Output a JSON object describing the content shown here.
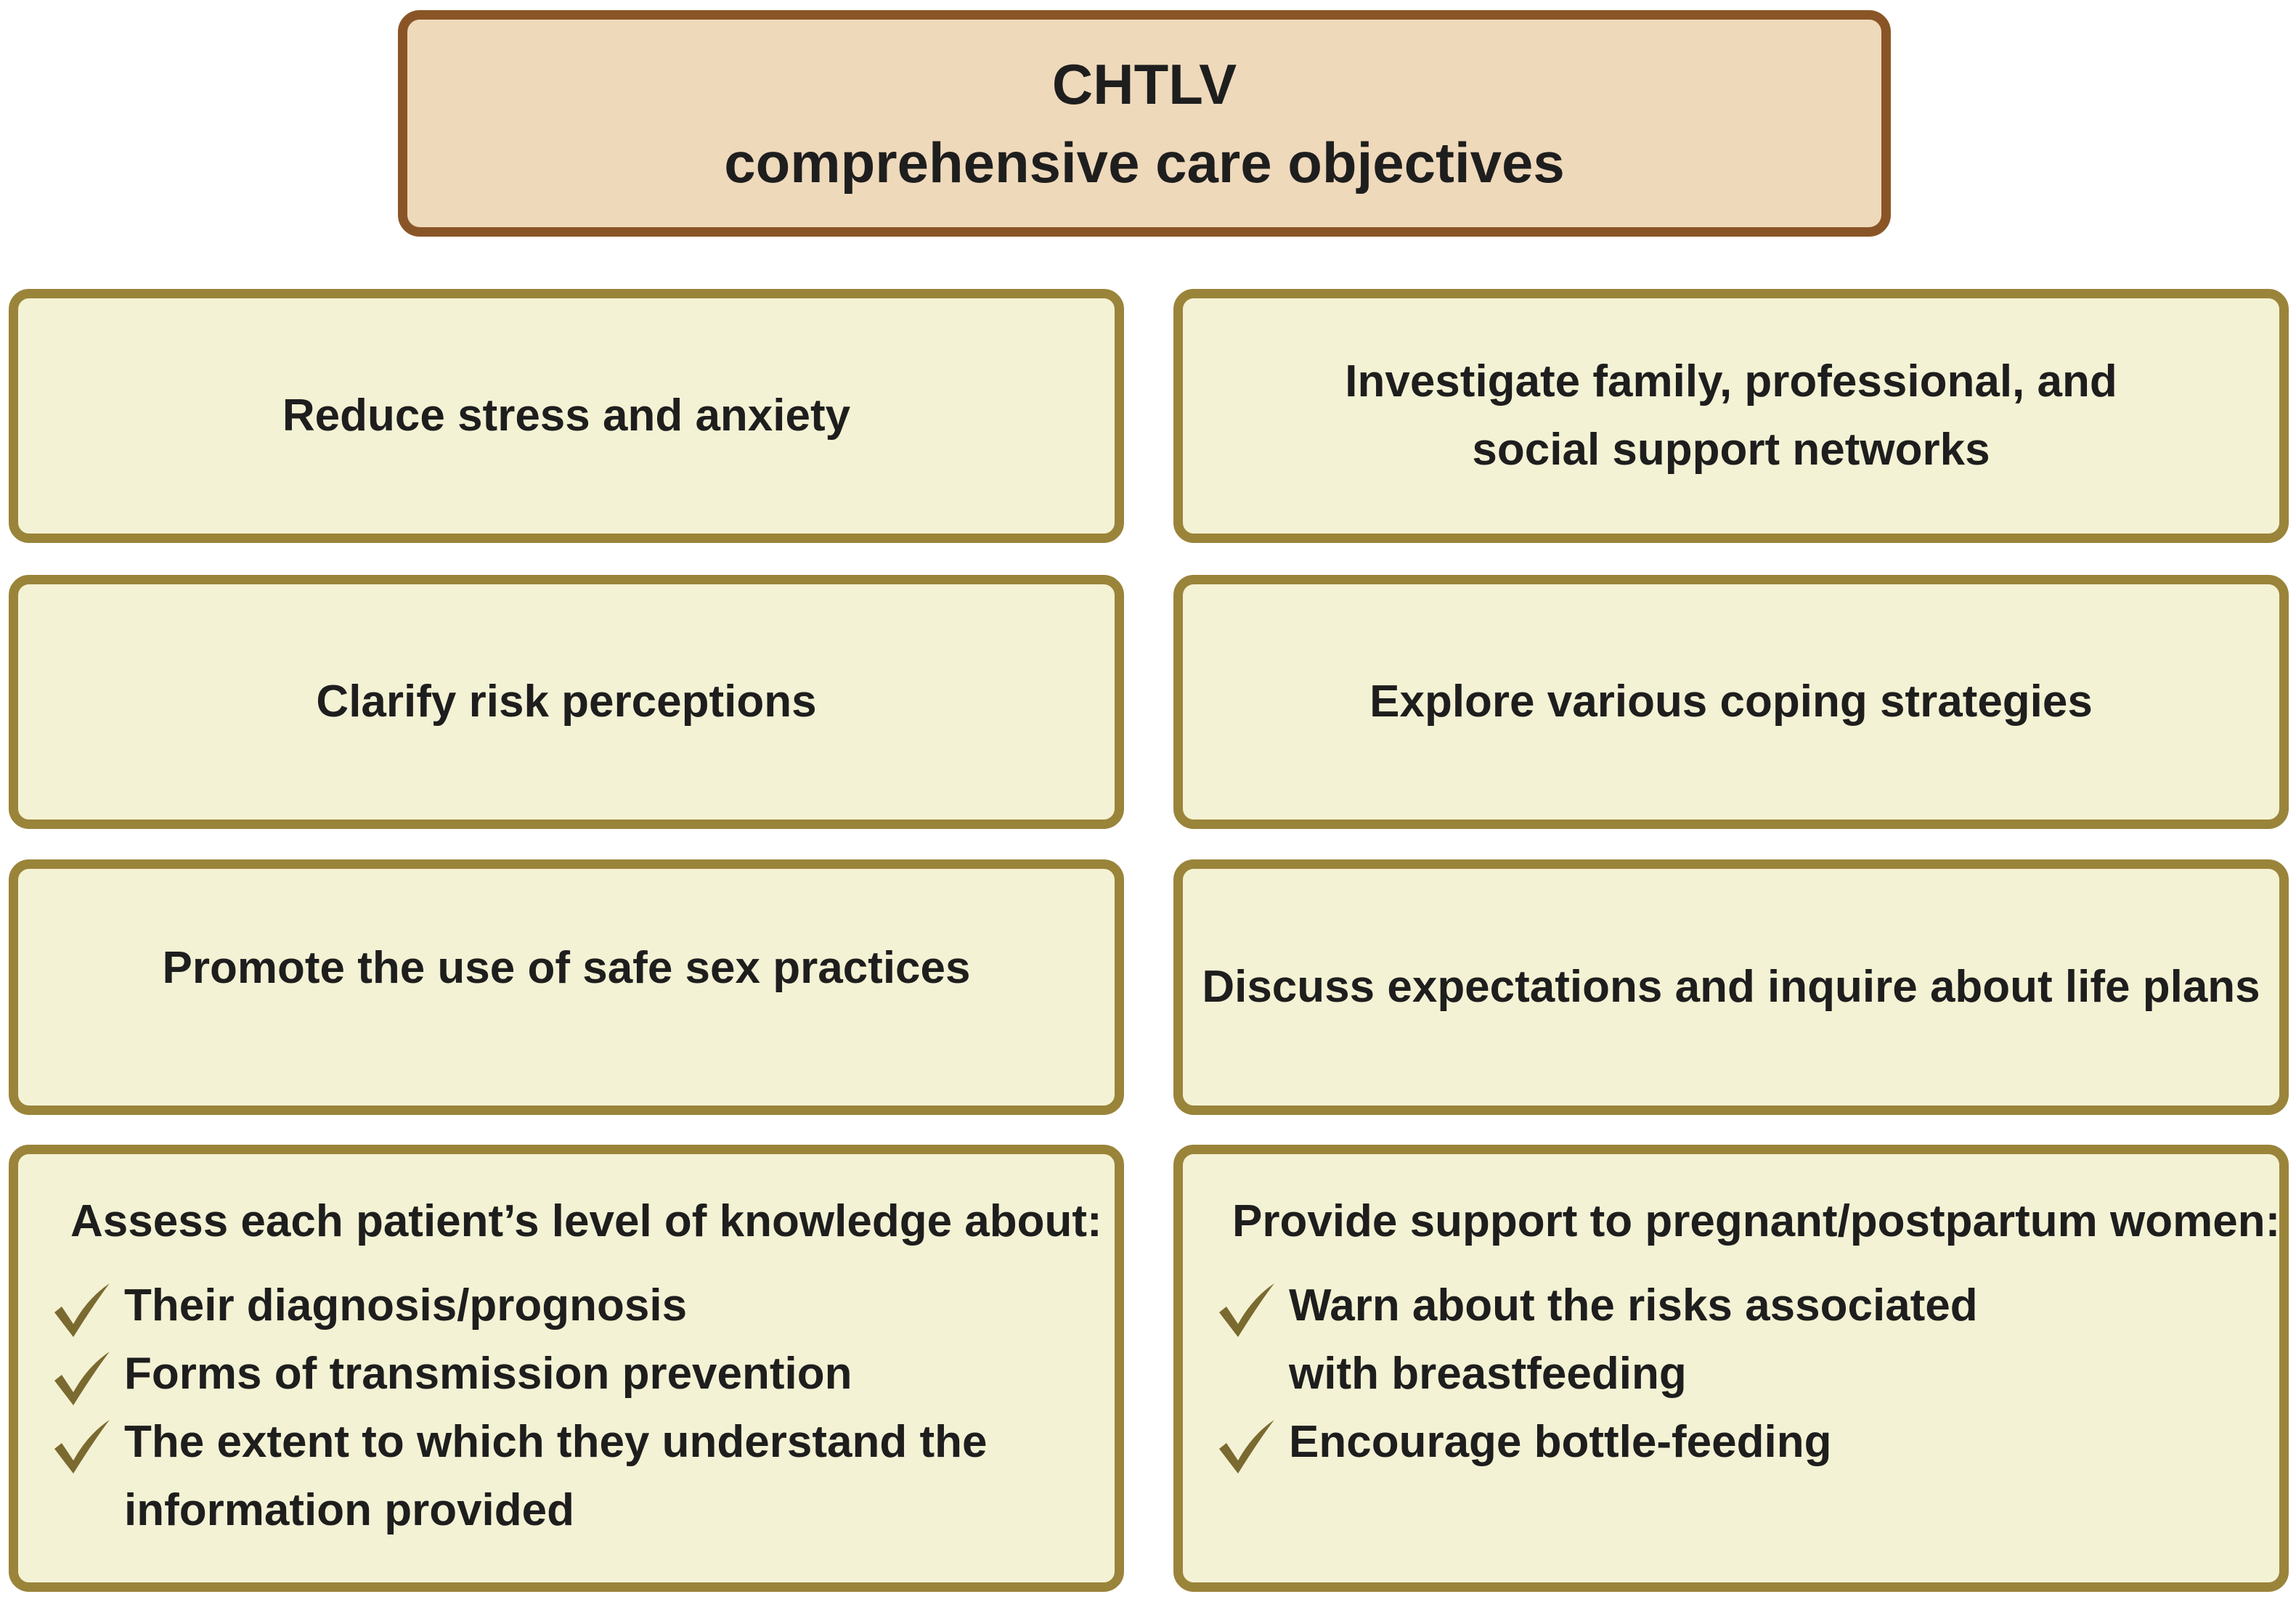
{
  "header": {
    "title": "CHTLV",
    "subtitle": "comprehensive care objectives"
  },
  "objectives": {
    "reduce_stress": "Reduce stress and anxiety",
    "support_networks": "Investigate family, professional, and social support networks",
    "clarify_risk": "Clarify risk perceptions",
    "coping_strategies": "Explore various coping strategies",
    "safe_sex": "Promote the use of safe sex practices",
    "life_plans": "Discuss expectations and inquire about life plans"
  },
  "knowledge": {
    "heading": "Assess each patient’s level of knowledge about:",
    "items": [
      "Their diagnosis/prognosis",
      "Forms of transmission prevention",
      "The extent to which they understand the information provided"
    ]
  },
  "pregnancy_support": {
    "heading": "Provide support to pregnant/postpartum women:",
    "items": [
      "Warn about the risks associated with breastfeeding",
      "Encourage bottle-feeding"
    ]
  },
  "colors": {
    "header_fill": "#efd9bb",
    "header_border": "#8a5526",
    "box_fill": "#f4f2d4",
    "box_border": "#9a843a",
    "check": "#7a6a30"
  },
  "icons": {
    "list_marker": "checkmark-icon"
  }
}
